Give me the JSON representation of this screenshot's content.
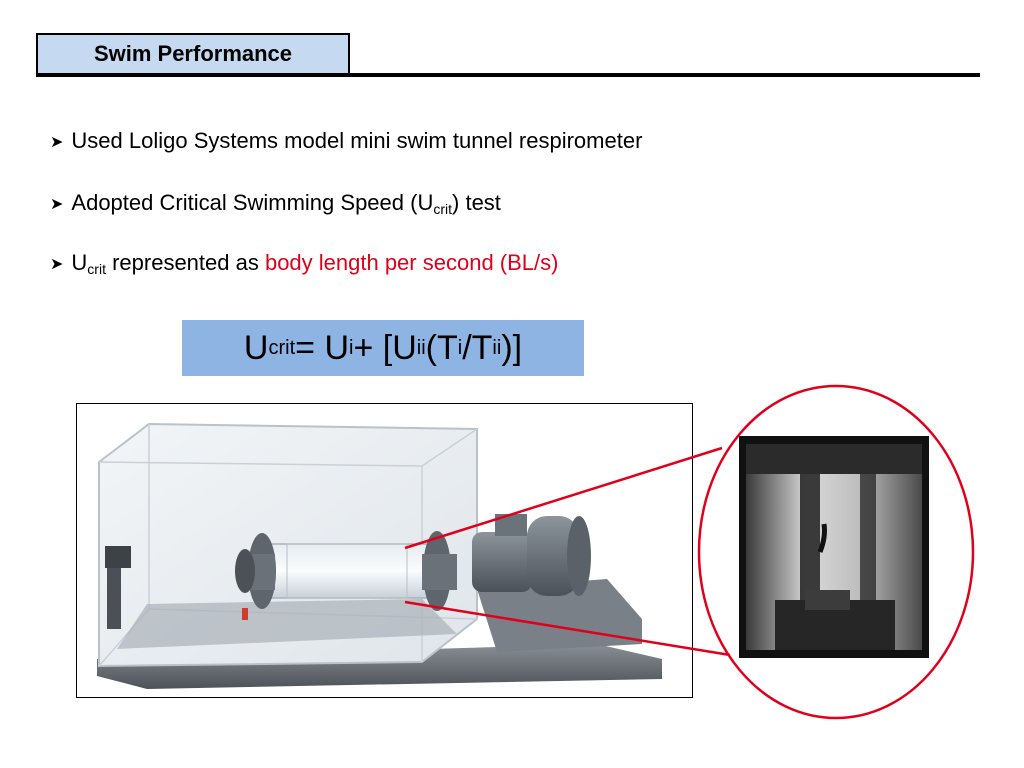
{
  "slide": {
    "title": "Swim Performance"
  },
  "bullets": [
    {
      "text": "Used Loligo Systems model mini swim tunnel respirometer"
    },
    {
      "pre": "Adopted Critical Swimming Speed (U",
      "sub": "crit",
      "post": ") test"
    },
    {
      "pre": "U",
      "sub": "crit",
      "mid": " represented as ",
      "highlight": "body length per second (BL/s)"
    }
  ],
  "formula": {
    "u1": "U",
    "s1": "crit",
    "t1": " = U",
    "s2": "i",
    "t2": " + [U",
    "s3": "ii",
    "t3": " (T",
    "s4": "i",
    "t4": "/T",
    "s5": "ii",
    "t5": ")]"
  },
  "colors": {
    "title_fill": "#c5d9f1",
    "formula_fill": "#8eb4e3",
    "highlight": "#e0001b",
    "callout": "#e0001b"
  },
  "icons": {
    "bullet": "arrowhead-bullet-icon"
  }
}
